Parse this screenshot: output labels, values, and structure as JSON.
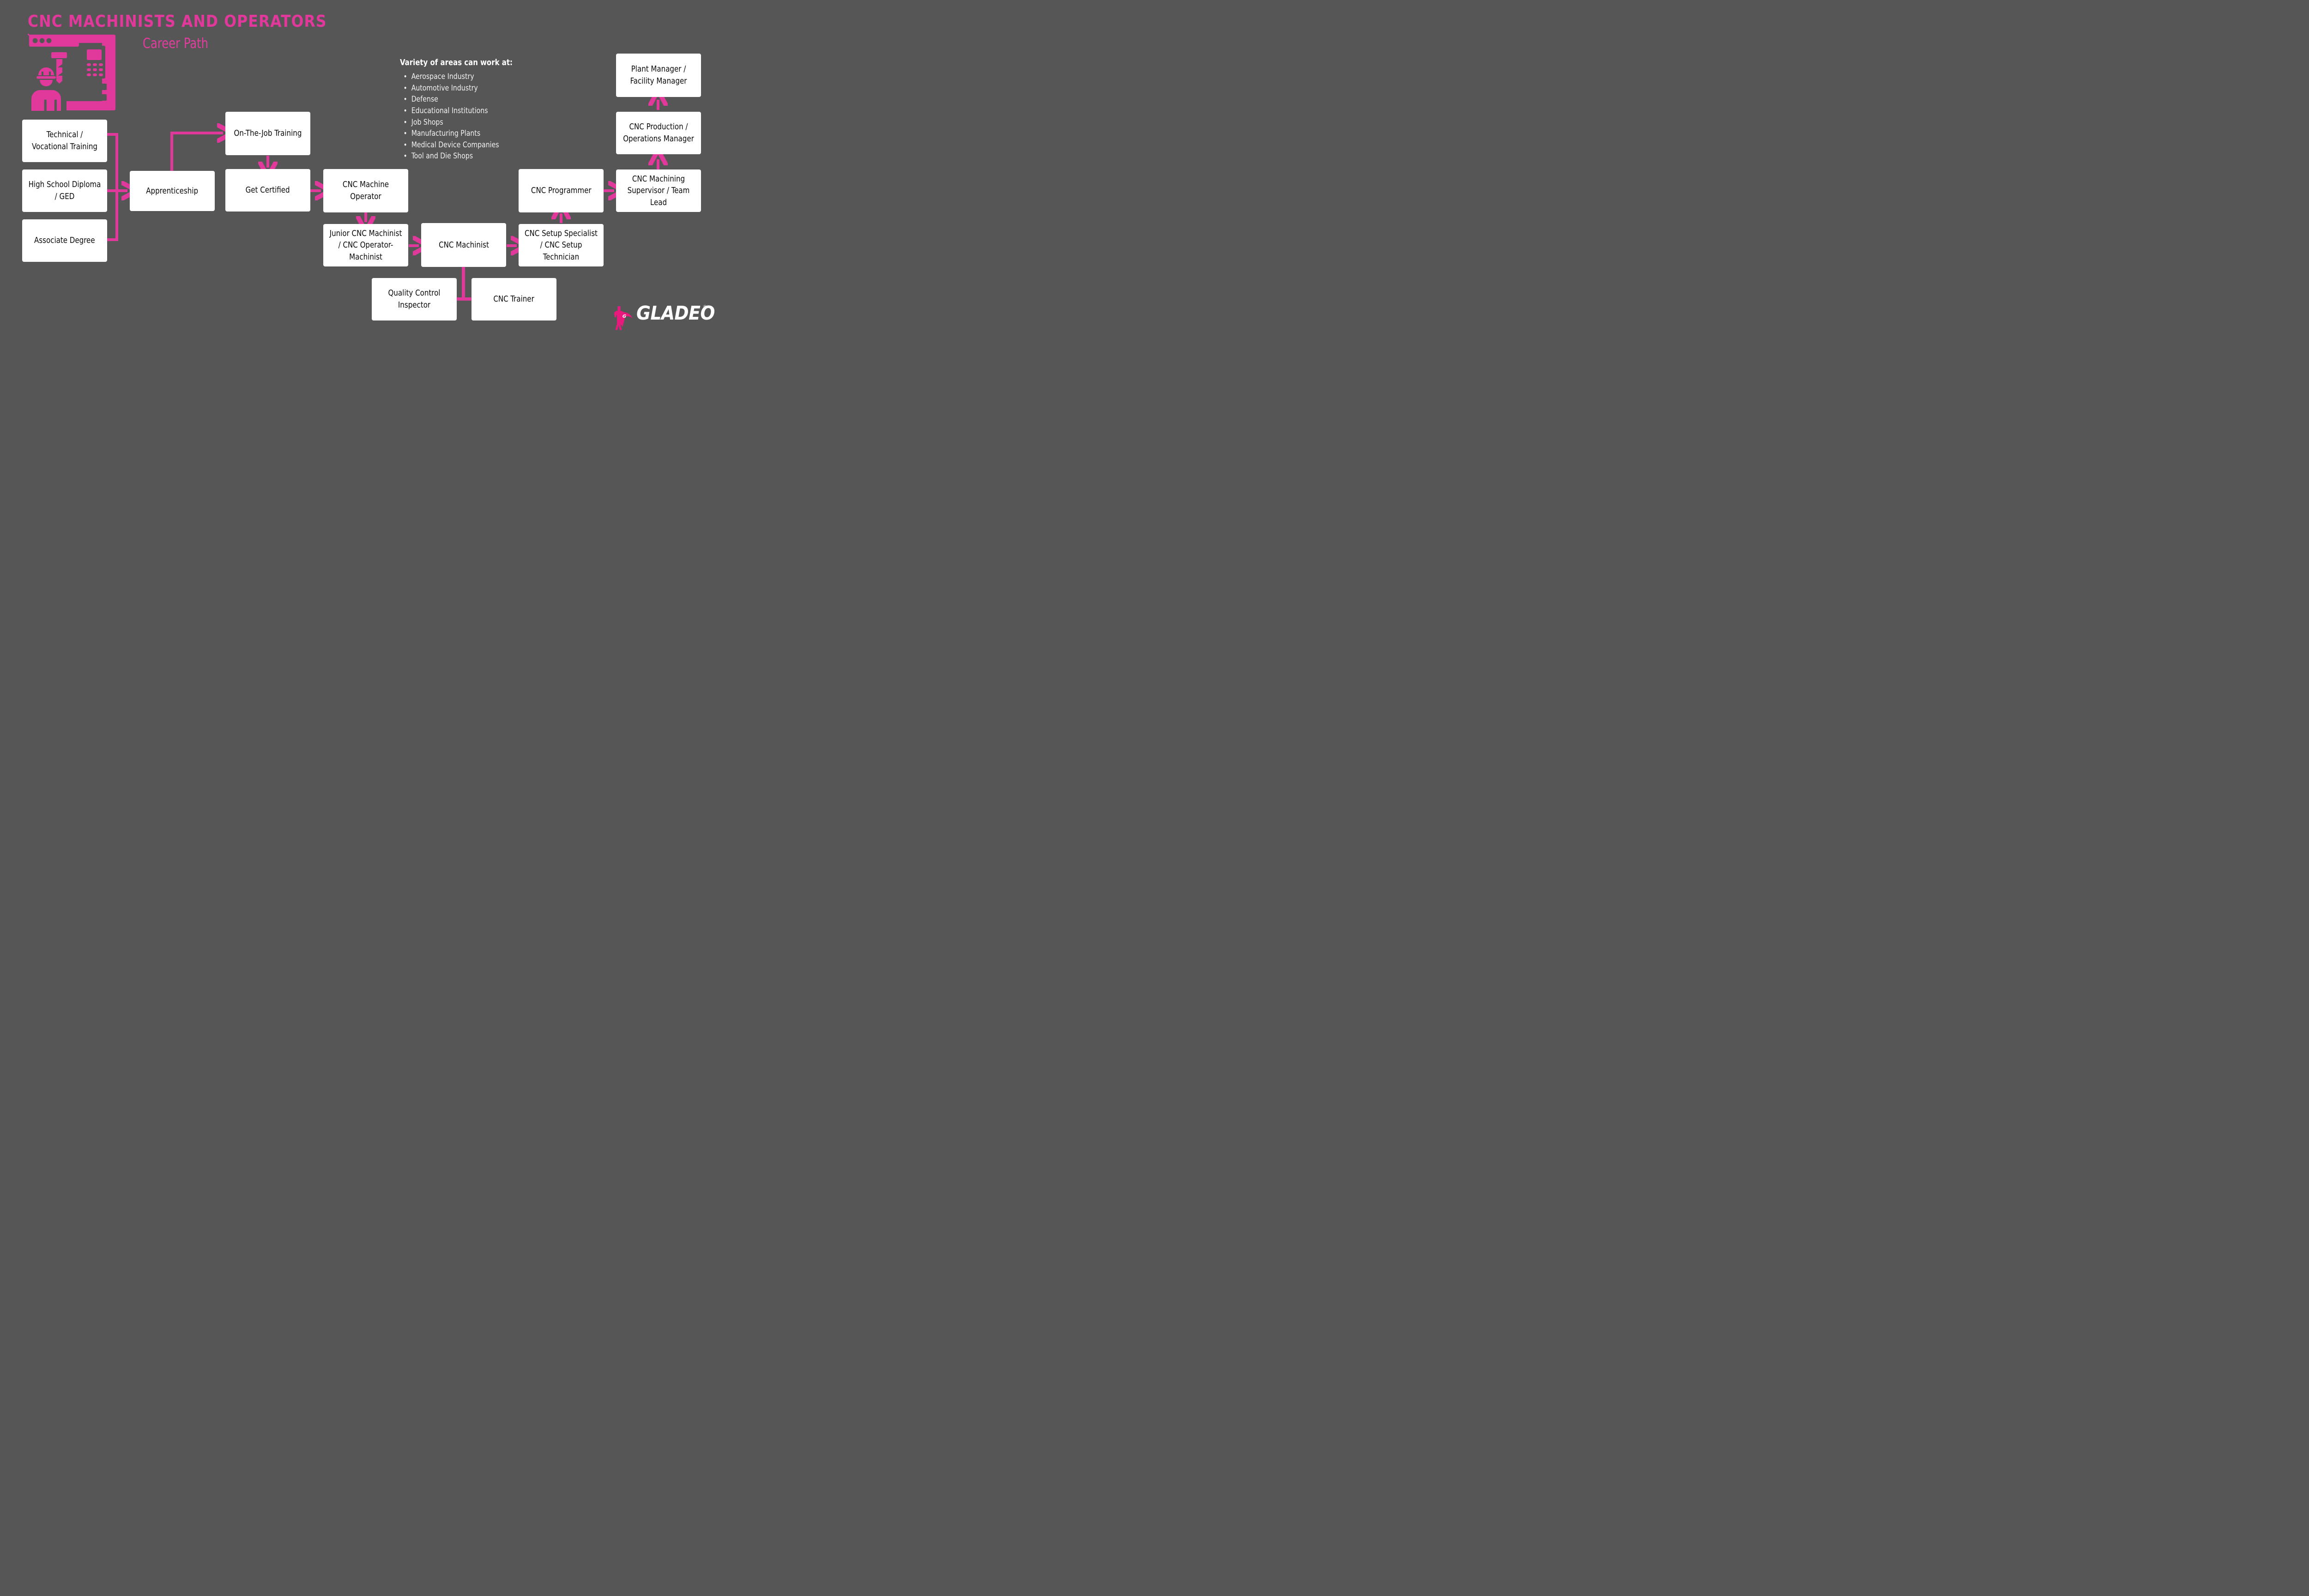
{
  "header": {
    "title": "CNC MACHINISTS AND OPERATORS",
    "subtitle": "Career Path",
    "title_color": "#E0399B",
    "background_color": "#565656"
  },
  "icon": {
    "name": "cnc-machine-operator-icon",
    "color": "#E0399B"
  },
  "areas_panel": {
    "title": "Variety of areas can work at:",
    "items": [
      "Aerospace Industry",
      "Automotive Industry",
      "Defense",
      "Educational Institutions",
      "Job Shops",
      "Manufacturing Plants",
      "Medical Device Companies",
      "Tool and Die Shops"
    ]
  },
  "flow": {
    "accent_color": "#E0399B",
    "node_fill": "#FFFFFF",
    "nodes": [
      {
        "id": "technical-vocational-training",
        "label": "Technical / Vocational Training"
      },
      {
        "id": "high-school-diploma-ged",
        "label": "High School Diploma / GED"
      },
      {
        "id": "associate-degree",
        "label": "Associate Degree"
      },
      {
        "id": "apprenticeship",
        "label": "Apprenticeship"
      },
      {
        "id": "on-the-job-training",
        "label": "On-The-Job Training"
      },
      {
        "id": "get-certified",
        "label": "Get Certified"
      },
      {
        "id": "cnc-machine-operator",
        "label": "CNC Machine Operator"
      },
      {
        "id": "junior-cnc-machinist",
        "label": "Junior CNC Machinist / CNC Operator-Machinist"
      },
      {
        "id": "cnc-machinist",
        "label": "CNC Machinist"
      },
      {
        "id": "quality-control-inspector",
        "label": "Quality Control Inspector"
      },
      {
        "id": "cnc-trainer",
        "label": "CNC Trainer"
      },
      {
        "id": "cnc-setup-specialist",
        "label": "CNC Setup Specialist / CNC Setup Technician"
      },
      {
        "id": "cnc-programmer",
        "label": "CNC Programmer"
      },
      {
        "id": "cnc-machining-supervisor",
        "label": "CNC Machining Supervisor / Team Lead"
      },
      {
        "id": "cnc-production-operations-manager",
        "label": "CNC Production / Operations Manager"
      },
      {
        "id": "plant-manager",
        "label": "Plant Manager / Facility Manager"
      }
    ]
  },
  "footer": {
    "brand": "GLADEO",
    "trademark": "®",
    "brand_color": "#FFFFFF",
    "mark_color": "#E8197D"
  }
}
